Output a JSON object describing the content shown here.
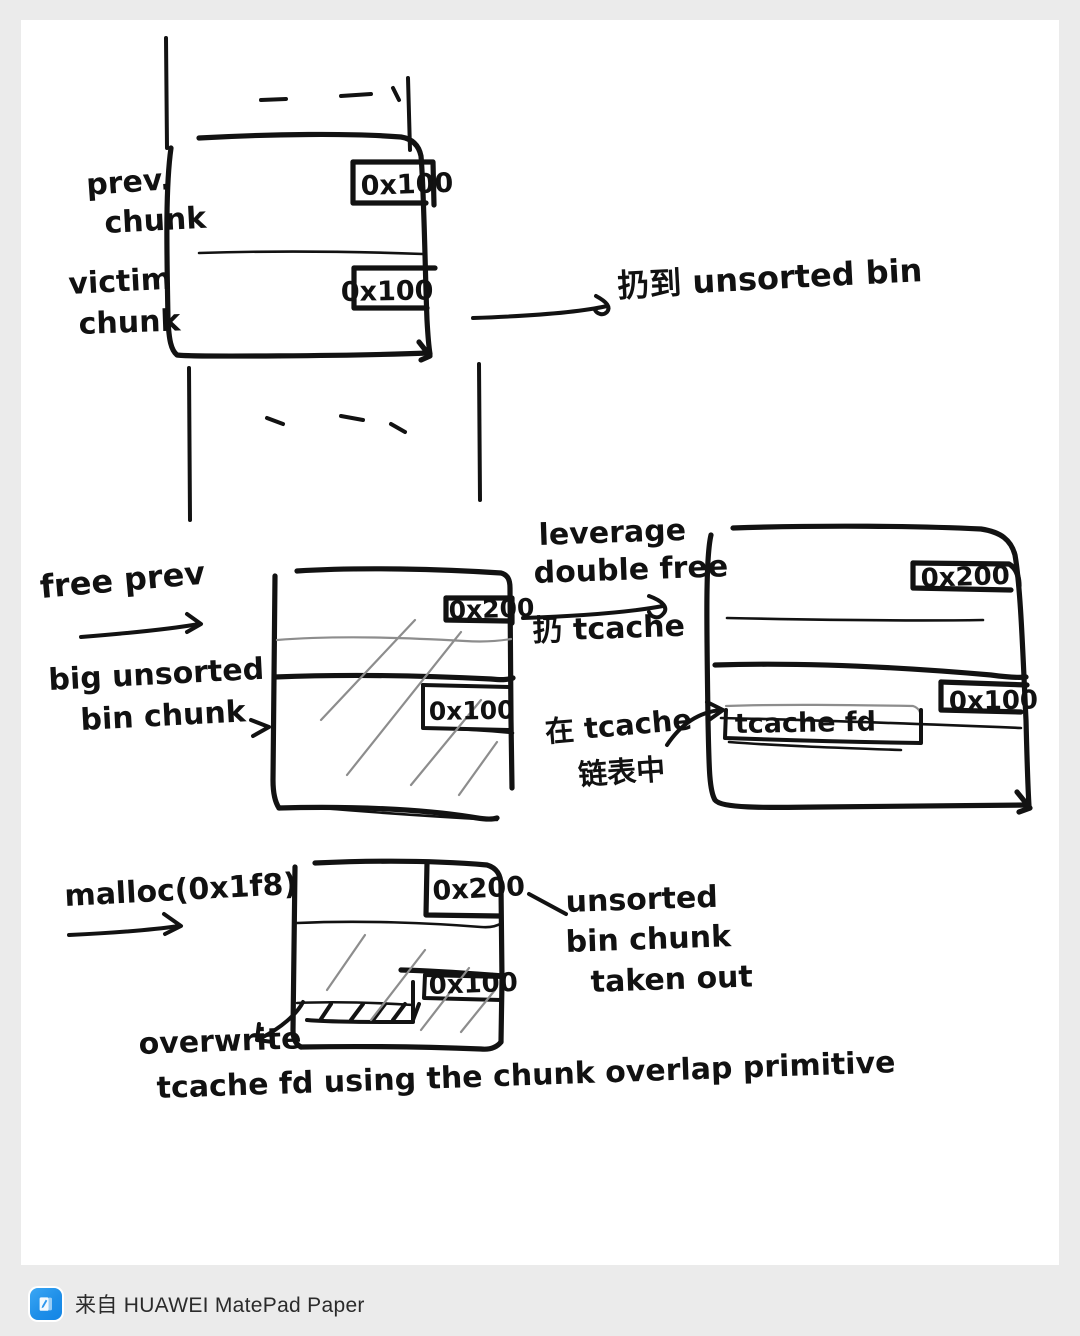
{
  "document": {
    "type": "handwritten-note",
    "topic": "glibc heap exploitation: unsorted bin / tcache chunk overlap"
  },
  "footer": {
    "icon": "matepad-note-icon",
    "text": "来自 HUAWEI MatePad Paper"
  },
  "colors": {
    "page_background": "#ebebeb",
    "card_background": "#ffffff",
    "ink": "#121212",
    "faint_ink": "#8d8d8d",
    "footer_icon": "#1f8fe8",
    "footer_text": "#2b2b2b"
  },
  "diagram": {
    "sections": [
      {
        "id": "section-1",
        "labels": [
          {
            "name": "label-prev-chunk-line1",
            "text": "prev."
          },
          {
            "name": "label-prev-chunk-line2",
            "text": "chunk"
          },
          {
            "name": "label-victim-chunk-line1",
            "text": "victim"
          },
          {
            "name": "label-victim-chunk-line2",
            "text": "chunk"
          }
        ],
        "size_tags": [
          {
            "name": "size-tag-prev-chunk",
            "text": "0x100"
          },
          {
            "name": "size-tag-victim-chunk",
            "text": "0x100"
          }
        ],
        "annotation": {
          "name": "annotation-unsorted-bin",
          "text": "扔到 unsorted bin"
        }
      },
      {
        "id": "section-2",
        "labels": [
          {
            "name": "label-free-prev",
            "text": "free prev"
          },
          {
            "name": "label-big-unsorted-line1",
            "text": "big unsorted"
          },
          {
            "name": "label-big-unsorted-line2",
            "text": "bin chunk"
          }
        ],
        "size_tags": [
          {
            "name": "size-tag-left-top",
            "text": "0x200"
          },
          {
            "name": "size-tag-left-mid",
            "text": "0x100"
          }
        ],
        "annotation_center": [
          {
            "name": "annotation-leverage-line1",
            "text": "leverage"
          },
          {
            "name": "annotation-leverage-line2",
            "text": "double free"
          },
          {
            "name": "annotation-leverage-line3",
            "text": "扔 tcache"
          }
        ],
        "annotation_tcache_list": [
          {
            "name": "annotation-in-tcache-line1",
            "text": "在 tcache"
          },
          {
            "name": "annotation-in-tcache-line2",
            "text": "链表中"
          }
        ],
        "right_box": {
          "size_tags": [
            {
              "name": "size-tag-right-top",
              "text": "0x200"
            },
            {
              "name": "size-tag-right-mid",
              "text": "0x100"
            }
          ],
          "field": {
            "name": "field-tcache-fd",
            "text": "tcache fd"
          }
        }
      },
      {
        "id": "section-3",
        "labels": [
          {
            "name": "label-malloc-call",
            "text": "malloc(0x1f8)"
          }
        ],
        "size_tags": [
          {
            "name": "size-tag-bottom-top",
            "text": "0x200"
          },
          {
            "name": "size-tag-bottom-mid",
            "text": "0x100"
          }
        ],
        "annotation_right": [
          {
            "name": "annotation-taken-out-line1",
            "text": "unsorted"
          },
          {
            "name": "annotation-taken-out-line2",
            "text": "bin chunk"
          },
          {
            "name": "annotation-taken-out-line3",
            "text": "taken out"
          }
        ],
        "annotation_overwrite": [
          {
            "name": "annotation-overwrite-line1",
            "text": "overwrite"
          },
          {
            "name": "annotation-overwrite-line2",
            "text": "tcache fd using the chunk overlap primitive"
          }
        ]
      }
    ]
  }
}
